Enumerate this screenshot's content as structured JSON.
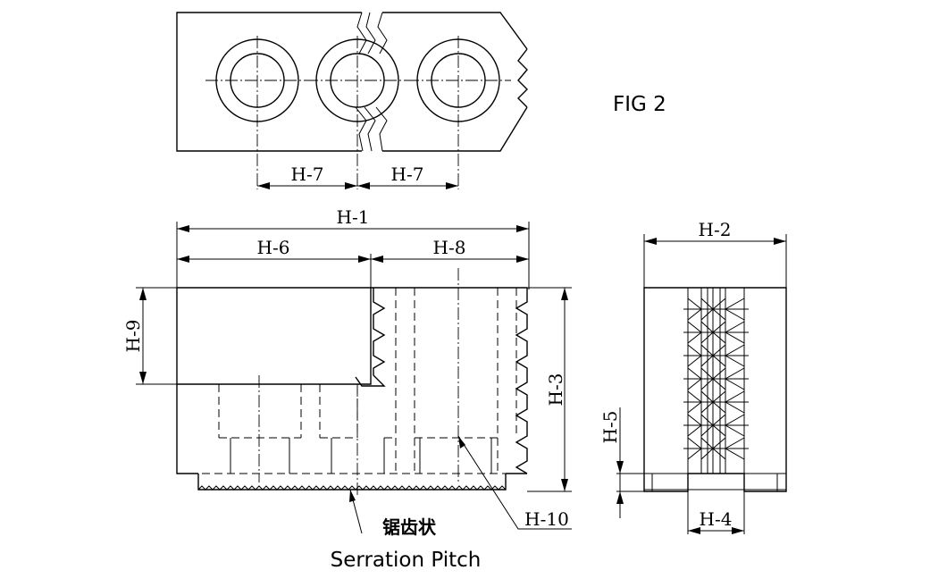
{
  "figure_label": "FIG 2",
  "dimensions": {
    "h1": "H-1",
    "h2": "H-2",
    "h3": "H-3",
    "h4": "H-4",
    "h5": "H-5",
    "h6": "H-6",
    "h7_left": "H-7",
    "h7_right": "H-7",
    "h8": "H-8",
    "h9": "H-9",
    "h10": "H-10"
  },
  "serration_label_cn": "锯齿状",
  "serration_label_en": "Serration Pitch"
}
